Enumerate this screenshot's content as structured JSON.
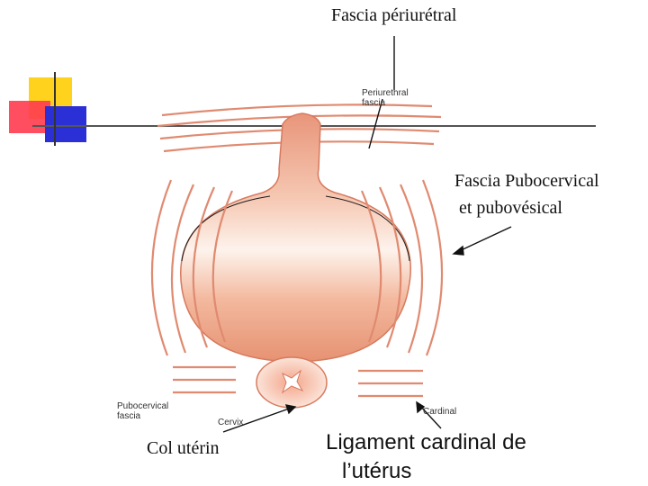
{
  "labels": {
    "periurethral_fr": "Fascia périurétral",
    "pubocervical_fr_line1": "Fascia Pubocervical",
    "pubocervical_fr_line2": "et pubovésical",
    "col_uterin": "Col utérin",
    "ligament_line1": "Ligament cardinal de",
    "ligament_line2": "l’utérus"
  },
  "embedded_labels": {
    "periurethral_en_line1": "Periurethral",
    "periurethral_en_line2": "fascia",
    "pubocervical_en_line1": "Pubocervical",
    "pubocervical_en_line2": "fascia",
    "cervix": "Cervix",
    "cardinal": "Cardinal"
  },
  "colors": {
    "fascia": "#e08a70",
    "bladder_top": "#e8957a",
    "bladder_bottom": "#fdeee6",
    "accent_yellow": "#ffd21e",
    "accent_red": "#ff3b4e",
    "accent_blue": "#2b2fd6"
  }
}
